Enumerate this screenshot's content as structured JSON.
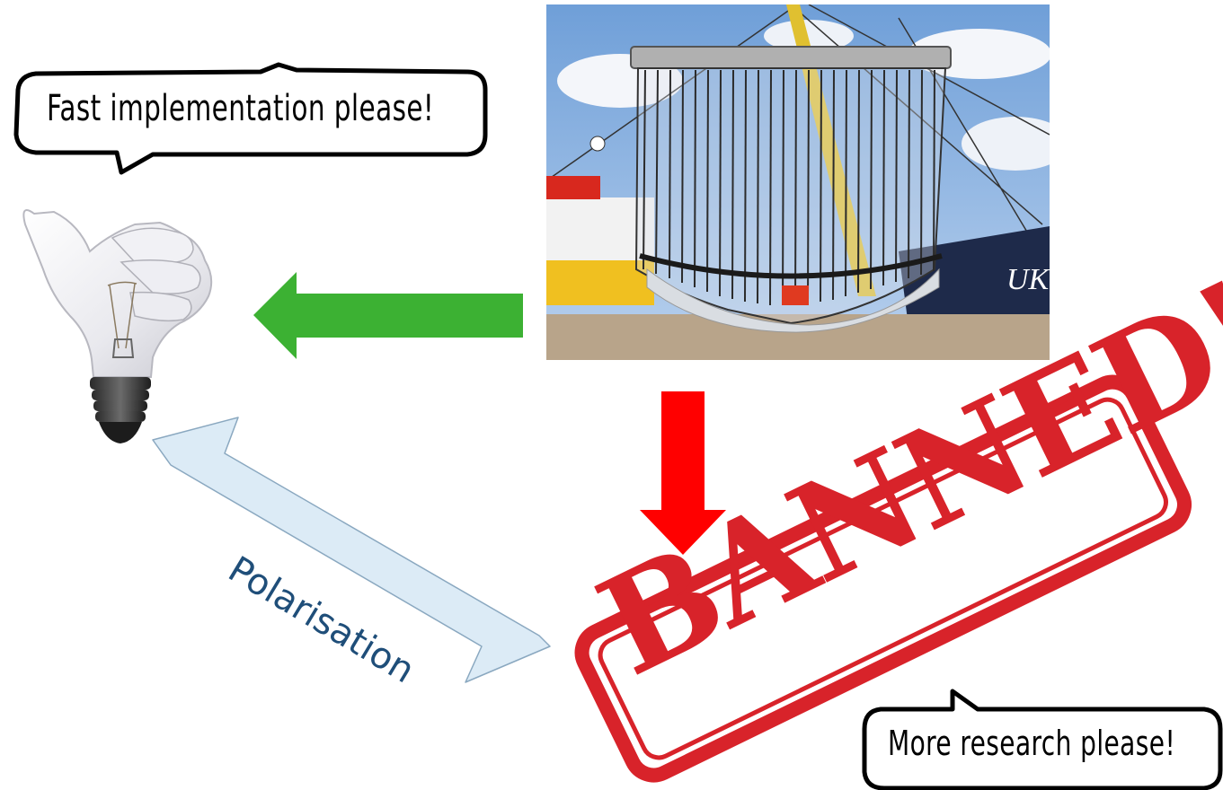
{
  "speech_bubbles": {
    "top": "Fast implementation please!",
    "bottom": "More research please!"
  },
  "arrows": {
    "double_arrow_label": "Polarisation",
    "green_color": "#3cb133",
    "red_color": "#ff0000",
    "double_arrow_fill": "#dcebf6"
  },
  "stamp": {
    "text": "BANNED!",
    "color": "#d8232a"
  },
  "photo": {
    "hull_marking": "UK"
  },
  "icons": {
    "lightbulb": "thumbs-up-lightbulb-icon",
    "photo": "pulse-trawl-fishing-gear-photo"
  }
}
